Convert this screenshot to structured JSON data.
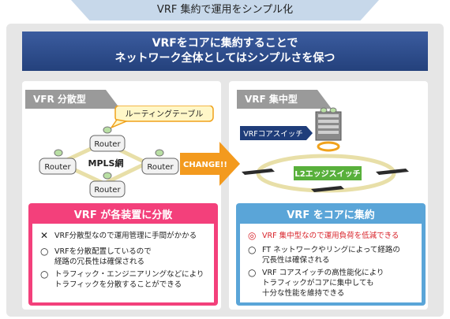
{
  "header": {
    "title": "VRF 集約で運用をシンプル化"
  },
  "banner": {
    "line1": "VRFをコアに集約することで",
    "line2": "ネットワーク全体としてはシンプルさを保つ"
  },
  "left": {
    "tab": "VFR 分散型",
    "callout": "ルーティングテーブル",
    "network_label": "MPLS網",
    "router_label": "Router",
    "section_title": "VRF が各装置に分散",
    "items": [
      {
        "mark": "✕",
        "lines": [
          "VRF分散型なので運用管理に手間がかかる"
        ]
      },
      {
        "mark": "○",
        "lines": [
          "VRFを分散配置しているので",
          "経路の冗長性は確保される"
        ]
      },
      {
        "mark": "○",
        "lines": [
          "トラフィック・エンジニアリングなどにより",
          "トラフィックを分散することができる"
        ]
      }
    ]
  },
  "arrow": {
    "label": "CHANGE!!"
  },
  "right": {
    "tab": "VRF 集中型",
    "core_label": "VRFコアスイッチ",
    "edge_label": "L2エッジスイッチ",
    "section_title": "VRF をコアに集約",
    "items": [
      {
        "mark": "◎",
        "lines": [
          "VRF 集中型なので運用負荷を低減できる"
        ],
        "highlight": true
      },
      {
        "mark": "○",
        "lines": [
          "FT ネットワークやリングによって経路の",
          "冗長性は確保される"
        ]
      },
      {
        "mark": "○",
        "lines": [
          "VRF コアスイッチの高性能化により",
          "トラフィックがコアに集中しても",
          "十分な性能を維持できる"
        ]
      }
    ]
  },
  "colors": {
    "banner": "#2d4b8c",
    "left_accent": "#f3407b",
    "right_accent": "#5aa5d8",
    "arrow": "#f39a1e",
    "highlight": "#d8232a",
    "ring": "#e8dfa8"
  }
}
